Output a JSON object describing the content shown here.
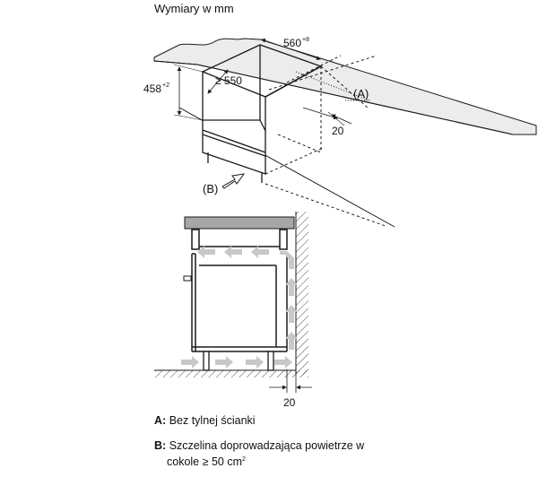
{
  "title": "Wymiary w mm",
  "dimensions": {
    "width_value": "560",
    "width_tolerance": "+8",
    "height_value": "458",
    "height_tolerance": "+2",
    "depth_label": "≥ 550",
    "gap_top": "20",
    "gap_bottom": "20"
  },
  "callouts": {
    "a": "(A)",
    "b": "(B)"
  },
  "legend": {
    "a_key": "A:",
    "a_text": "Bez tylnej ścianki",
    "b_key": "B:",
    "b_text_line1": "Szczelina doprowadzająca powietrze w",
    "b_text_line2": "cokole ≥ 50 cm",
    "b_text_sup": "2"
  },
  "colors": {
    "line": "#1a1a1a",
    "countertop_fill": "#ececec",
    "countertop_plan_fill": "#a6a6a6",
    "airflow_arrow": "#c8c8c8"
  }
}
